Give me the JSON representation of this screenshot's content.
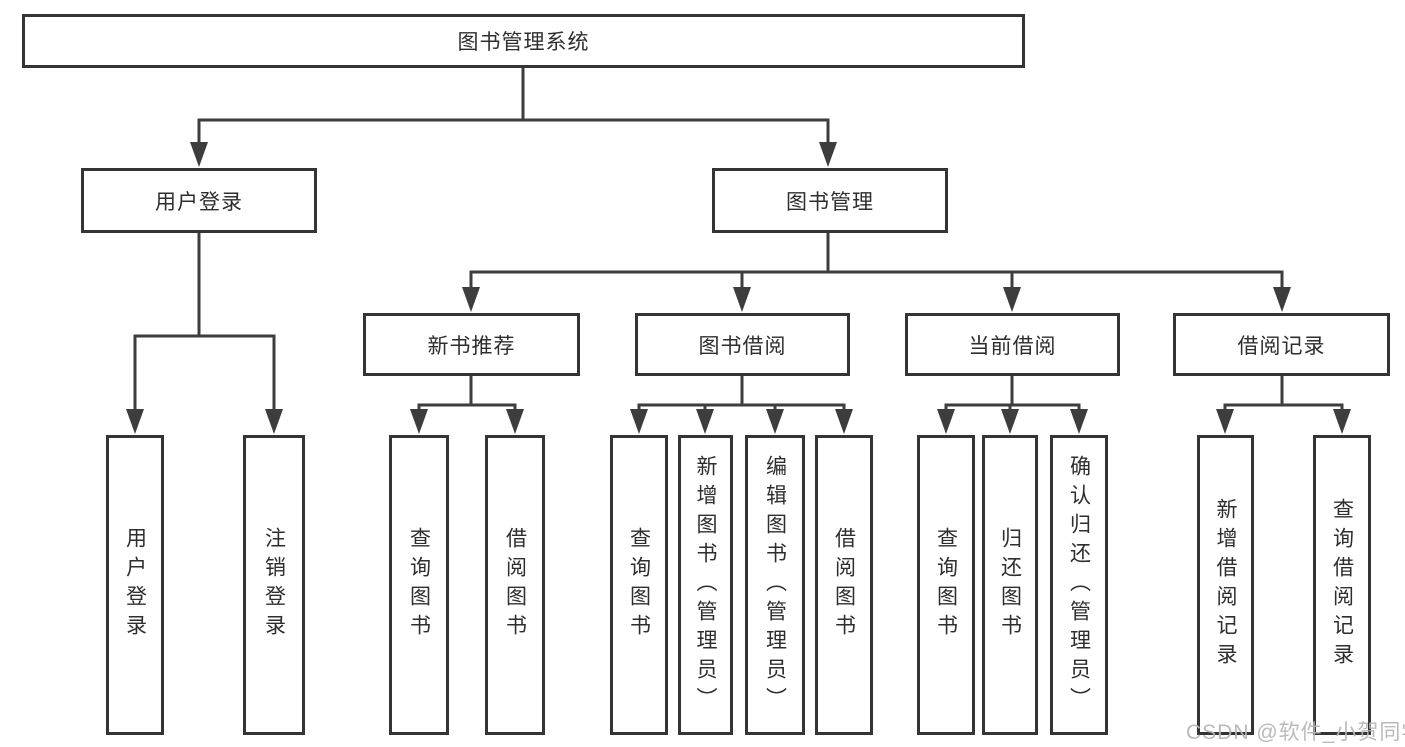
{
  "root": {
    "label": "图书管理系统"
  },
  "branches": [
    {
      "label": "用户登录",
      "leaves": [
        {
          "label": "用户登录"
        },
        {
          "label": "注销登录"
        }
      ]
    },
    {
      "label": "图书管理",
      "groups": [
        {
          "label": "新书推荐",
          "leaves": [
            {
              "label": "查询图书"
            },
            {
              "label": "借阅图书"
            }
          ]
        },
        {
          "label": "图书借阅",
          "leaves": [
            {
              "label": "查询图书"
            },
            {
              "label": "新增图书（管理员）"
            },
            {
              "label": "编辑图书（管理员）"
            },
            {
              "label": "借阅图书"
            }
          ]
        },
        {
          "label": "当前借阅",
          "leaves": [
            {
              "label": "查询图书"
            },
            {
              "label": "归还图书"
            },
            {
              "label": "确认归还（管理员）"
            }
          ]
        },
        {
          "label": "借阅记录",
          "leaves": [
            {
              "label": "新增借阅记录"
            },
            {
              "label": "查询借阅记录"
            }
          ]
        }
      ]
    }
  ],
  "watermark": {
    "text": "CSDN @软件_小贺同学"
  },
  "colors": {
    "line": "#3d3d3d",
    "box_border": "#343434",
    "text": "#2e2e2e",
    "watermark": "#b6b6b6",
    "background": "#ffffff"
  }
}
